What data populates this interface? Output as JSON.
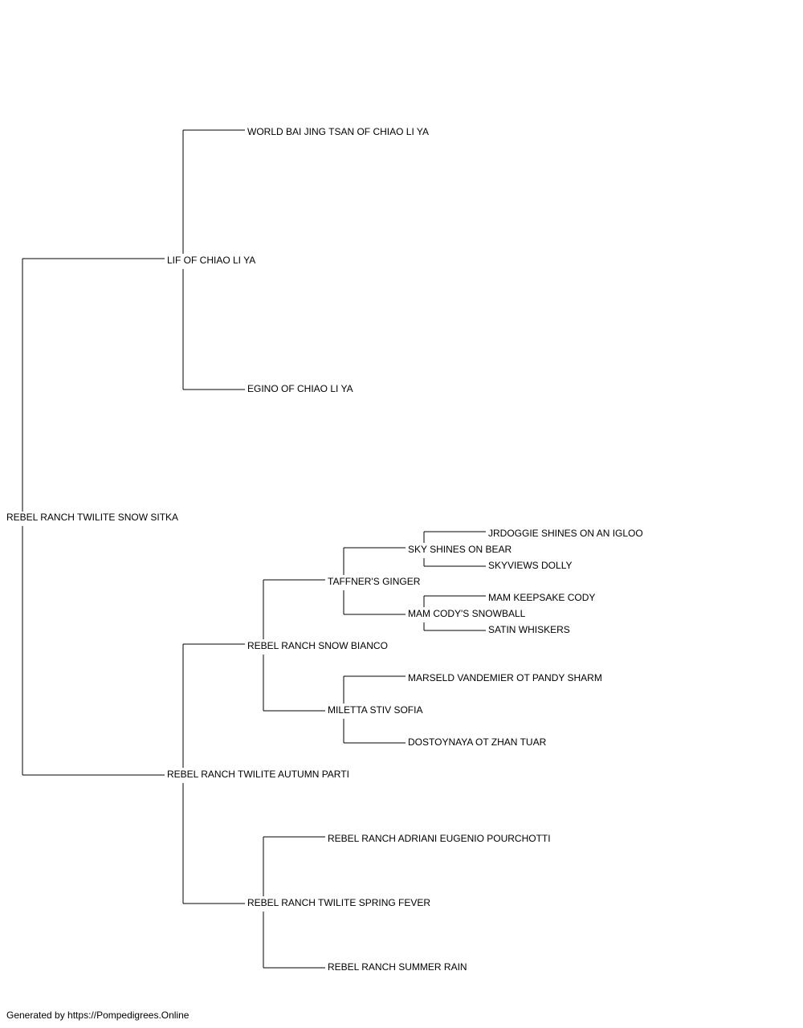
{
  "pedigree": {
    "subject": "REBEL RANCH TWILITE SNOW SITKA",
    "sire": "LIF OF CHIAO LI YA",
    "sire_sire": "WORLD BAI JING TSAN OF CHIAO LI YA",
    "sire_dam": "EGINO OF CHIAO LI YA",
    "dam": "REBEL RANCH TWILITE AUTUMN PARTI",
    "dam_sire": "REBEL RANCH SNOW BIANCO",
    "dam_sire_sire": "TAFFNER'S GINGER",
    "dam_sire_sire_sire": "SKY SHINES ON BEAR",
    "dam_sire_sire_sire_sire": "JRDOGGIE SHINES ON AN IGLOO",
    "dam_sire_sire_sire_dam": "SKYVIEWS DOLLY",
    "dam_sire_sire_dam": "MAM CODY'S SNOWBALL",
    "dam_sire_sire_dam_sire": "MAM KEEPSAKE CODY",
    "dam_sire_sire_dam_dam": "SATIN WHISKERS",
    "dam_sire_dam": "MILETTA STIV SOFIA",
    "dam_sire_dam_sire": "MARSELD VANDEMIER OT PANDY SHARM",
    "dam_sire_dam_dam": "DOSTOYNAYA OT ZHAN TUAR",
    "dam_dam": "REBEL RANCH TWILITE SPRING FEVER",
    "dam_dam_sire": "REBEL RANCH ADRIANI EUGENIO POURCHOTTI",
    "dam_dam_dam": "REBEL RANCH SUMMER RAIN"
  },
  "footer": {
    "text": "Generated by https://Pompedigrees.Online"
  }
}
